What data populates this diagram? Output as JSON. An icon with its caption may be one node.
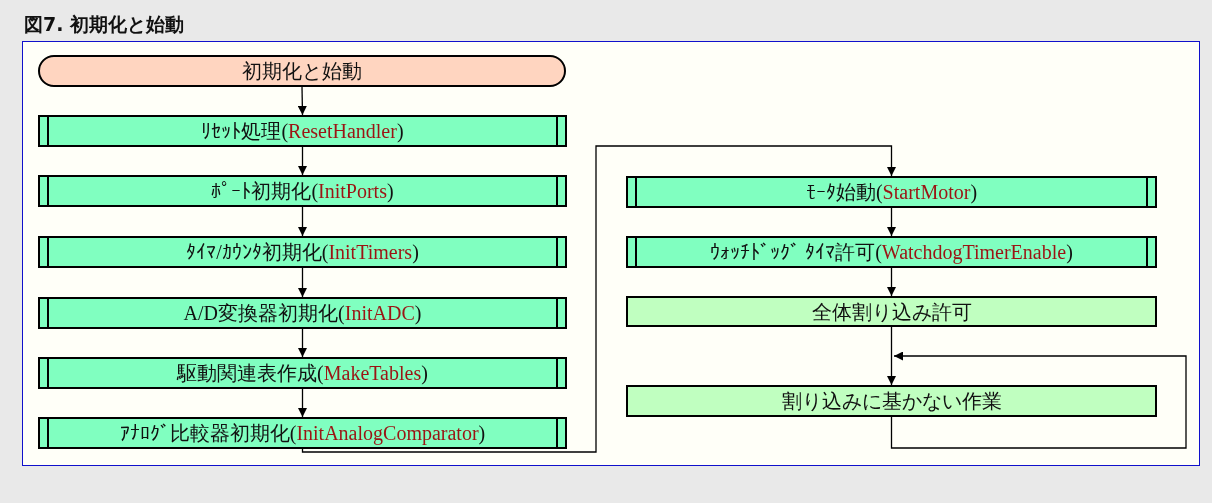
{
  "diagram": {
    "title": "図7. 初期化と始動",
    "nodes": [
      {
        "text": [
          "初期化と始動"
        ]
      },
      {
        "text": [
          "ﾘｾｯﾄ処理(*ResetHandler*)"
        ]
      },
      {
        "text": [
          "ﾎﾟｰﾄ初期化(*InitPorts*)"
        ]
      },
      {
        "text": [
          "ﾀｲﾏ/ｶｳﾝﾀ初期化(*InitTimers*)"
        ]
      },
      {
        "text": [
          "A/D変換器初期化(*InitADC*)"
        ]
      },
      {
        "text": [
          "駆動関連表作成(*MakeTables*)"
        ]
      },
      {
        "text": [
          "ｱﾅﾛｸﾞ比較器初期化(*InitAnalogComparator*)"
        ]
      },
      {
        "text": [
          "ﾓｰﾀ始動(*StartMotor*)"
        ]
      },
      {
        "text": [
          "ｳｫｯﾁﾄﾞｯｸﾞ ﾀｲﾏ許可(*WatchdogTimerEnable*)"
        ]
      },
      {
        "text": [
          "全体割り込み許可"
        ]
      },
      {
        "text": [
          "割り込みに基かない作業"
        ]
      }
    ],
    "edges": [
      {
        "from": 0,
        "to": 1,
        "arrow": "to"
      },
      {
        "from": 1,
        "to": 2,
        "arrow": "to"
      },
      {
        "from": 2,
        "to": 3,
        "arrow": "to"
      },
      {
        "from": 3,
        "to": 4,
        "arrow": "to"
      },
      {
        "from": 4,
        "to": 5,
        "arrow": "to"
      },
      {
        "from": 5,
        "to": 6,
        "arrow": "to"
      },
      {
        "from": 6,
        "to": 7,
        "arrow": "to"
      },
      {
        "from": 7,
        "to": 8,
        "arrow": "to"
      },
      {
        "from": 8,
        "to": 9,
        "arrow": "to"
      },
      {
        "from": 9,
        "to": 10,
        "arrow": "to"
      },
      {
        "from": 10,
        "to": 10,
        "arrow": "to"
      }
    ]
  }
}
